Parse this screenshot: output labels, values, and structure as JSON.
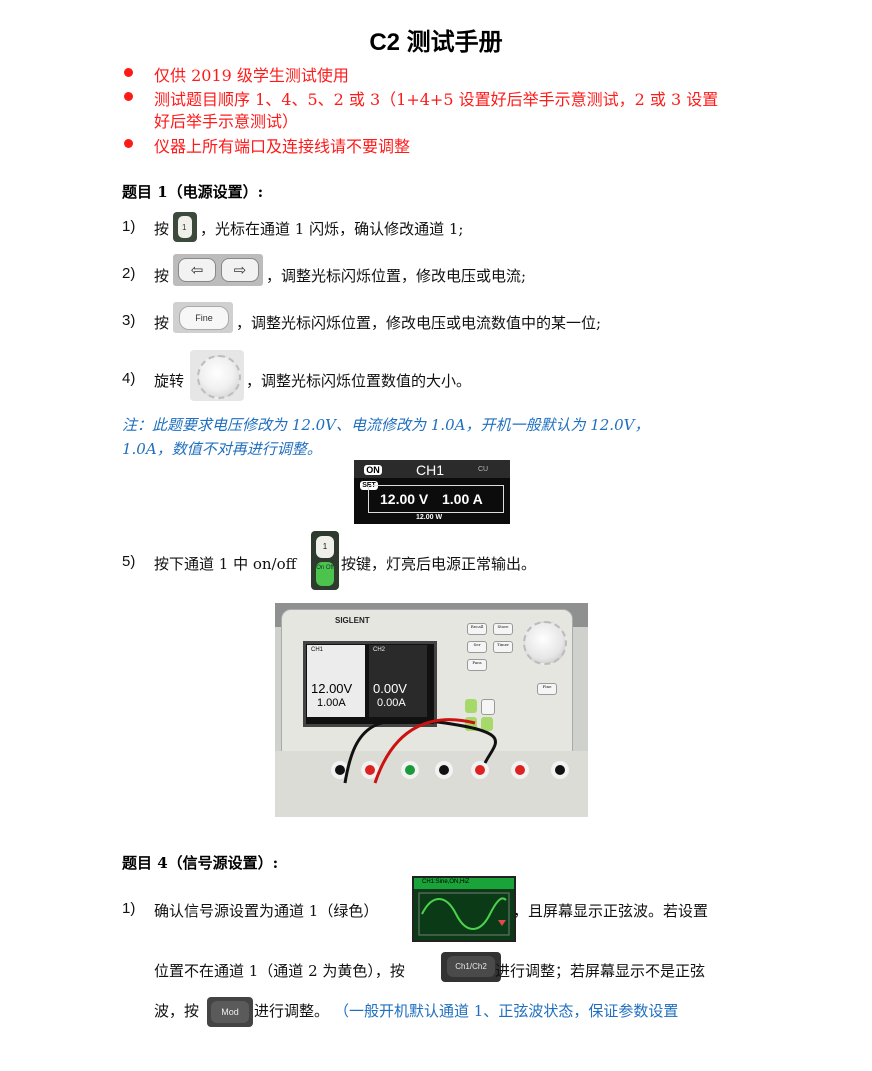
{
  "title": "C2 测试手册",
  "notices": [
    "仅供 2019 级学生测试使用",
    "测试题目顺序 1、4、5、2 或 3（1+4+5 设置好后举手示意测试，2 或 3 设置",
    "好后举手示意测试）",
    "仪器上所有端口及连接线请不要调整"
  ],
  "section1": {
    "heading": "题目 1（电源设置）:",
    "steps": [
      {
        "num": "1)",
        "pre": "按",
        "post": "，光标在通道 1 闪烁，确认修改通道 1;"
      },
      {
        "num": "2)",
        "pre": "按",
        "post": "，调整光标闪烁位置，修改电压或电流;"
      },
      {
        "num": "3)",
        "pre": "按",
        "post": "，调整光标闪烁位置，修改电压或电流数值中的某一位;"
      },
      {
        "num": "4)",
        "pre": "旋转",
        "post": "，调整光标闪烁位置数值的大小。"
      },
      {
        "num": "5)",
        "pre": "按下通道 1 中 on/off",
        "post": "按键，灯亮后电源正常输出。"
      }
    ],
    "note_line1": "注：此题要求电压修改为 12.0V、电流修改为 1.0A，开机一般默认为 12.0V，",
    "note_line2": "1.0A，数值不对再进行调整。",
    "keys": {
      "ch1_key": "1",
      "fine_key": "Fine",
      "left_arrow": "⇦",
      "right_arrow": "⇨",
      "onoff_top": "1",
      "onoff_label": "On Off"
    },
    "display": {
      "on_tag": "ON",
      "channel": "CH1",
      "mode": "CU",
      "set_tag": "SET",
      "voltage": "12.00 V",
      "current": "1.00 A",
      "power": "12.00 W"
    }
  },
  "instrument": {
    "brand": "SIGLENT",
    "ch1": "CH1",
    "ch2": "CH2",
    "v1": "12.00V",
    "a1": "1.00A",
    "v2": "0.00V",
    "a2": "0.00A",
    "keys": [
      "Recall",
      "Store",
      "Ser",
      "Timer",
      "Para",
      "Fine"
    ]
  },
  "section4": {
    "heading": "题目 4（信号源设置）:",
    "step_num": "1)",
    "line1_pre": "确认信号源设置为通道 1（绿色）",
    "line1_post": "，且屏幕显示正弦波。若设置",
    "line2_pre": "位置不在通道 1（通道 2 为黄色），按",
    "line2_post": "进行调整；若屏幕显示不是正弦",
    "line3_pre": "波，按",
    "line3_mid": "进行调整。",
    "line3_blue": "（一般开机默认通道 1、正弦波状态，保证参数设置",
    "sine_header": "CH1:Sine,ON,HiZ",
    "ch12_key": "Ch1/Ch2",
    "mod_key": "Mod"
  },
  "colors": {
    "red": "#ff1a1a",
    "blue": "#1f6fbf"
  }
}
